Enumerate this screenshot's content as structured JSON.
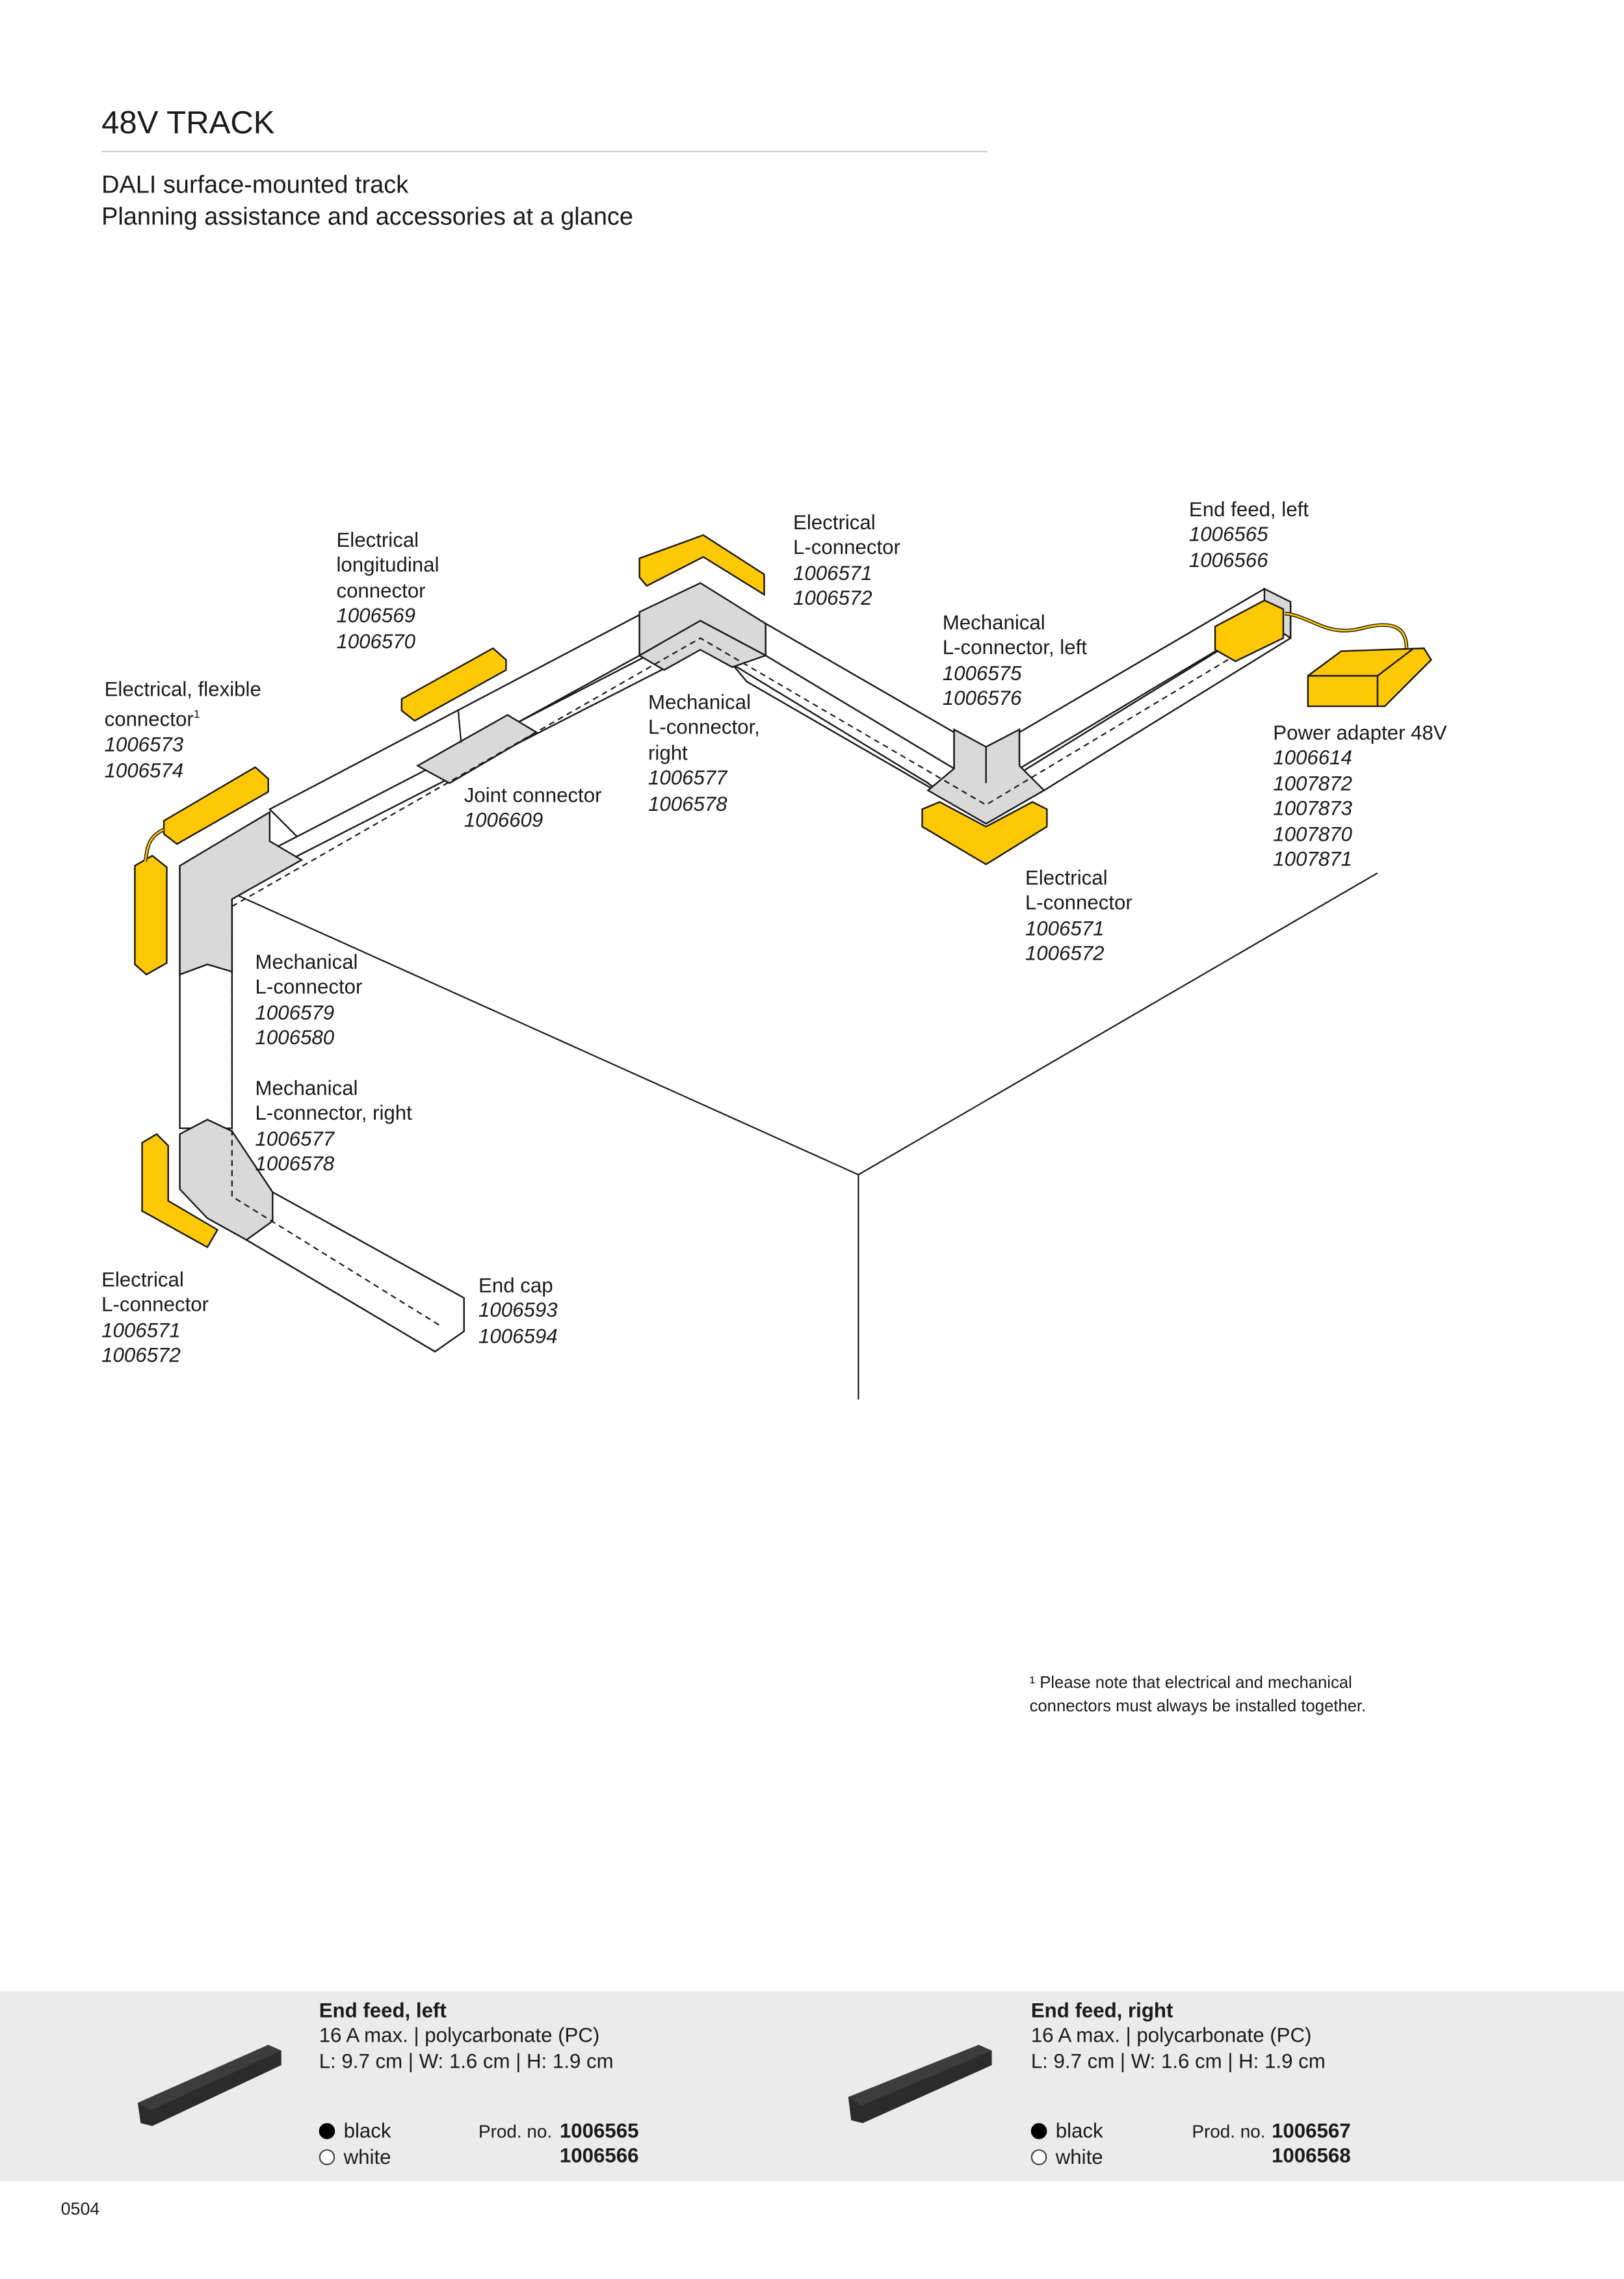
{
  "header": {
    "title": "48V TRACK",
    "subtitle_line1": "DALI surface-mounted track",
    "subtitle_line2": "Planning assistance and accessories at a glance"
  },
  "diagram": {
    "accent_color": "#FFC800",
    "labels": {
      "elec_longitudinal": {
        "l1": "Electrical",
        "l2": "longitudinal",
        "l3": "connector",
        "n1": "1006569",
        "n2": "1006570"
      },
      "elec_l_top": {
        "l1": "Electrical",
        "l2": "L-connector",
        "n1": "1006571",
        "n2": "1006572"
      },
      "end_feed_left": {
        "l1": "End feed, left",
        "n1": "1006565",
        "n2": "1006566"
      },
      "mech_l_left": {
        "l1": "Mechanical",
        "l2": "L-connector, left",
        "n1": "1006575",
        "n2": "1006576"
      },
      "elec_flexible": {
        "l1": "Electrical, flexible",
        "l2": "connector",
        "sup": "1",
        "n1": "1006573",
        "n2": "1006574"
      },
      "mech_l_right_top": {
        "l1": "Mechanical",
        "l2": "L-connector,",
        "l3": "right",
        "n1": "1006577",
        "n2": "1006578"
      },
      "joint": {
        "l1": "Joint connector",
        "n1": "1006609"
      },
      "power_adapter": {
        "l1": "Power adapter 48V",
        "n1": "1006614",
        "n2": "1007872",
        "n3": "1007873",
        "n4": "1007870",
        "n5": "1007871"
      },
      "elec_l_right": {
        "l1": "Electrical",
        "l2": "L-connector",
        "n1": "1006571",
        "n2": "1006572"
      },
      "mech_l": {
        "l1": "Mechanical",
        "l2": "L-connector",
        "n1": "1006579",
        "n2": "1006580"
      },
      "mech_l_right_bottom": {
        "l1": "Mechanical",
        "l2": "L-connector, right",
        "n1": "1006577",
        "n2": "1006578"
      },
      "elec_l_bottom": {
        "l1": "Electrical",
        "l2": "L-connector",
        "n1": "1006571",
        "n2": "1006572"
      },
      "end_cap": {
        "l1": "End cap",
        "n1": "1006593",
        "n2": "1006594"
      }
    },
    "footnote_line1": "¹ Please note that electrical and mechanical",
    "footnote_line2": "connectors must always be installed together."
  },
  "products": [
    {
      "title": "End feed, left",
      "spec1": "16 A max. | polycarbonate (PC)",
      "spec2": "L: 9.7 cm | W: 1.6 cm | H: 1.9 cm",
      "color1": "black",
      "color2": "white",
      "prod_label": "Prod. no.",
      "num1": "1006565",
      "num2": "1006566"
    },
    {
      "title": "End feed, right",
      "spec1": "16 A max. | polycarbonate (PC)",
      "spec2": "L: 9.7 cm | W: 1.6 cm | H: 1.9 cm",
      "color1": "black",
      "color2": "white",
      "prod_label": "Prod. no.",
      "num1": "1006567",
      "num2": "1006568"
    }
  ],
  "footer": {
    "page_number": "0504"
  }
}
